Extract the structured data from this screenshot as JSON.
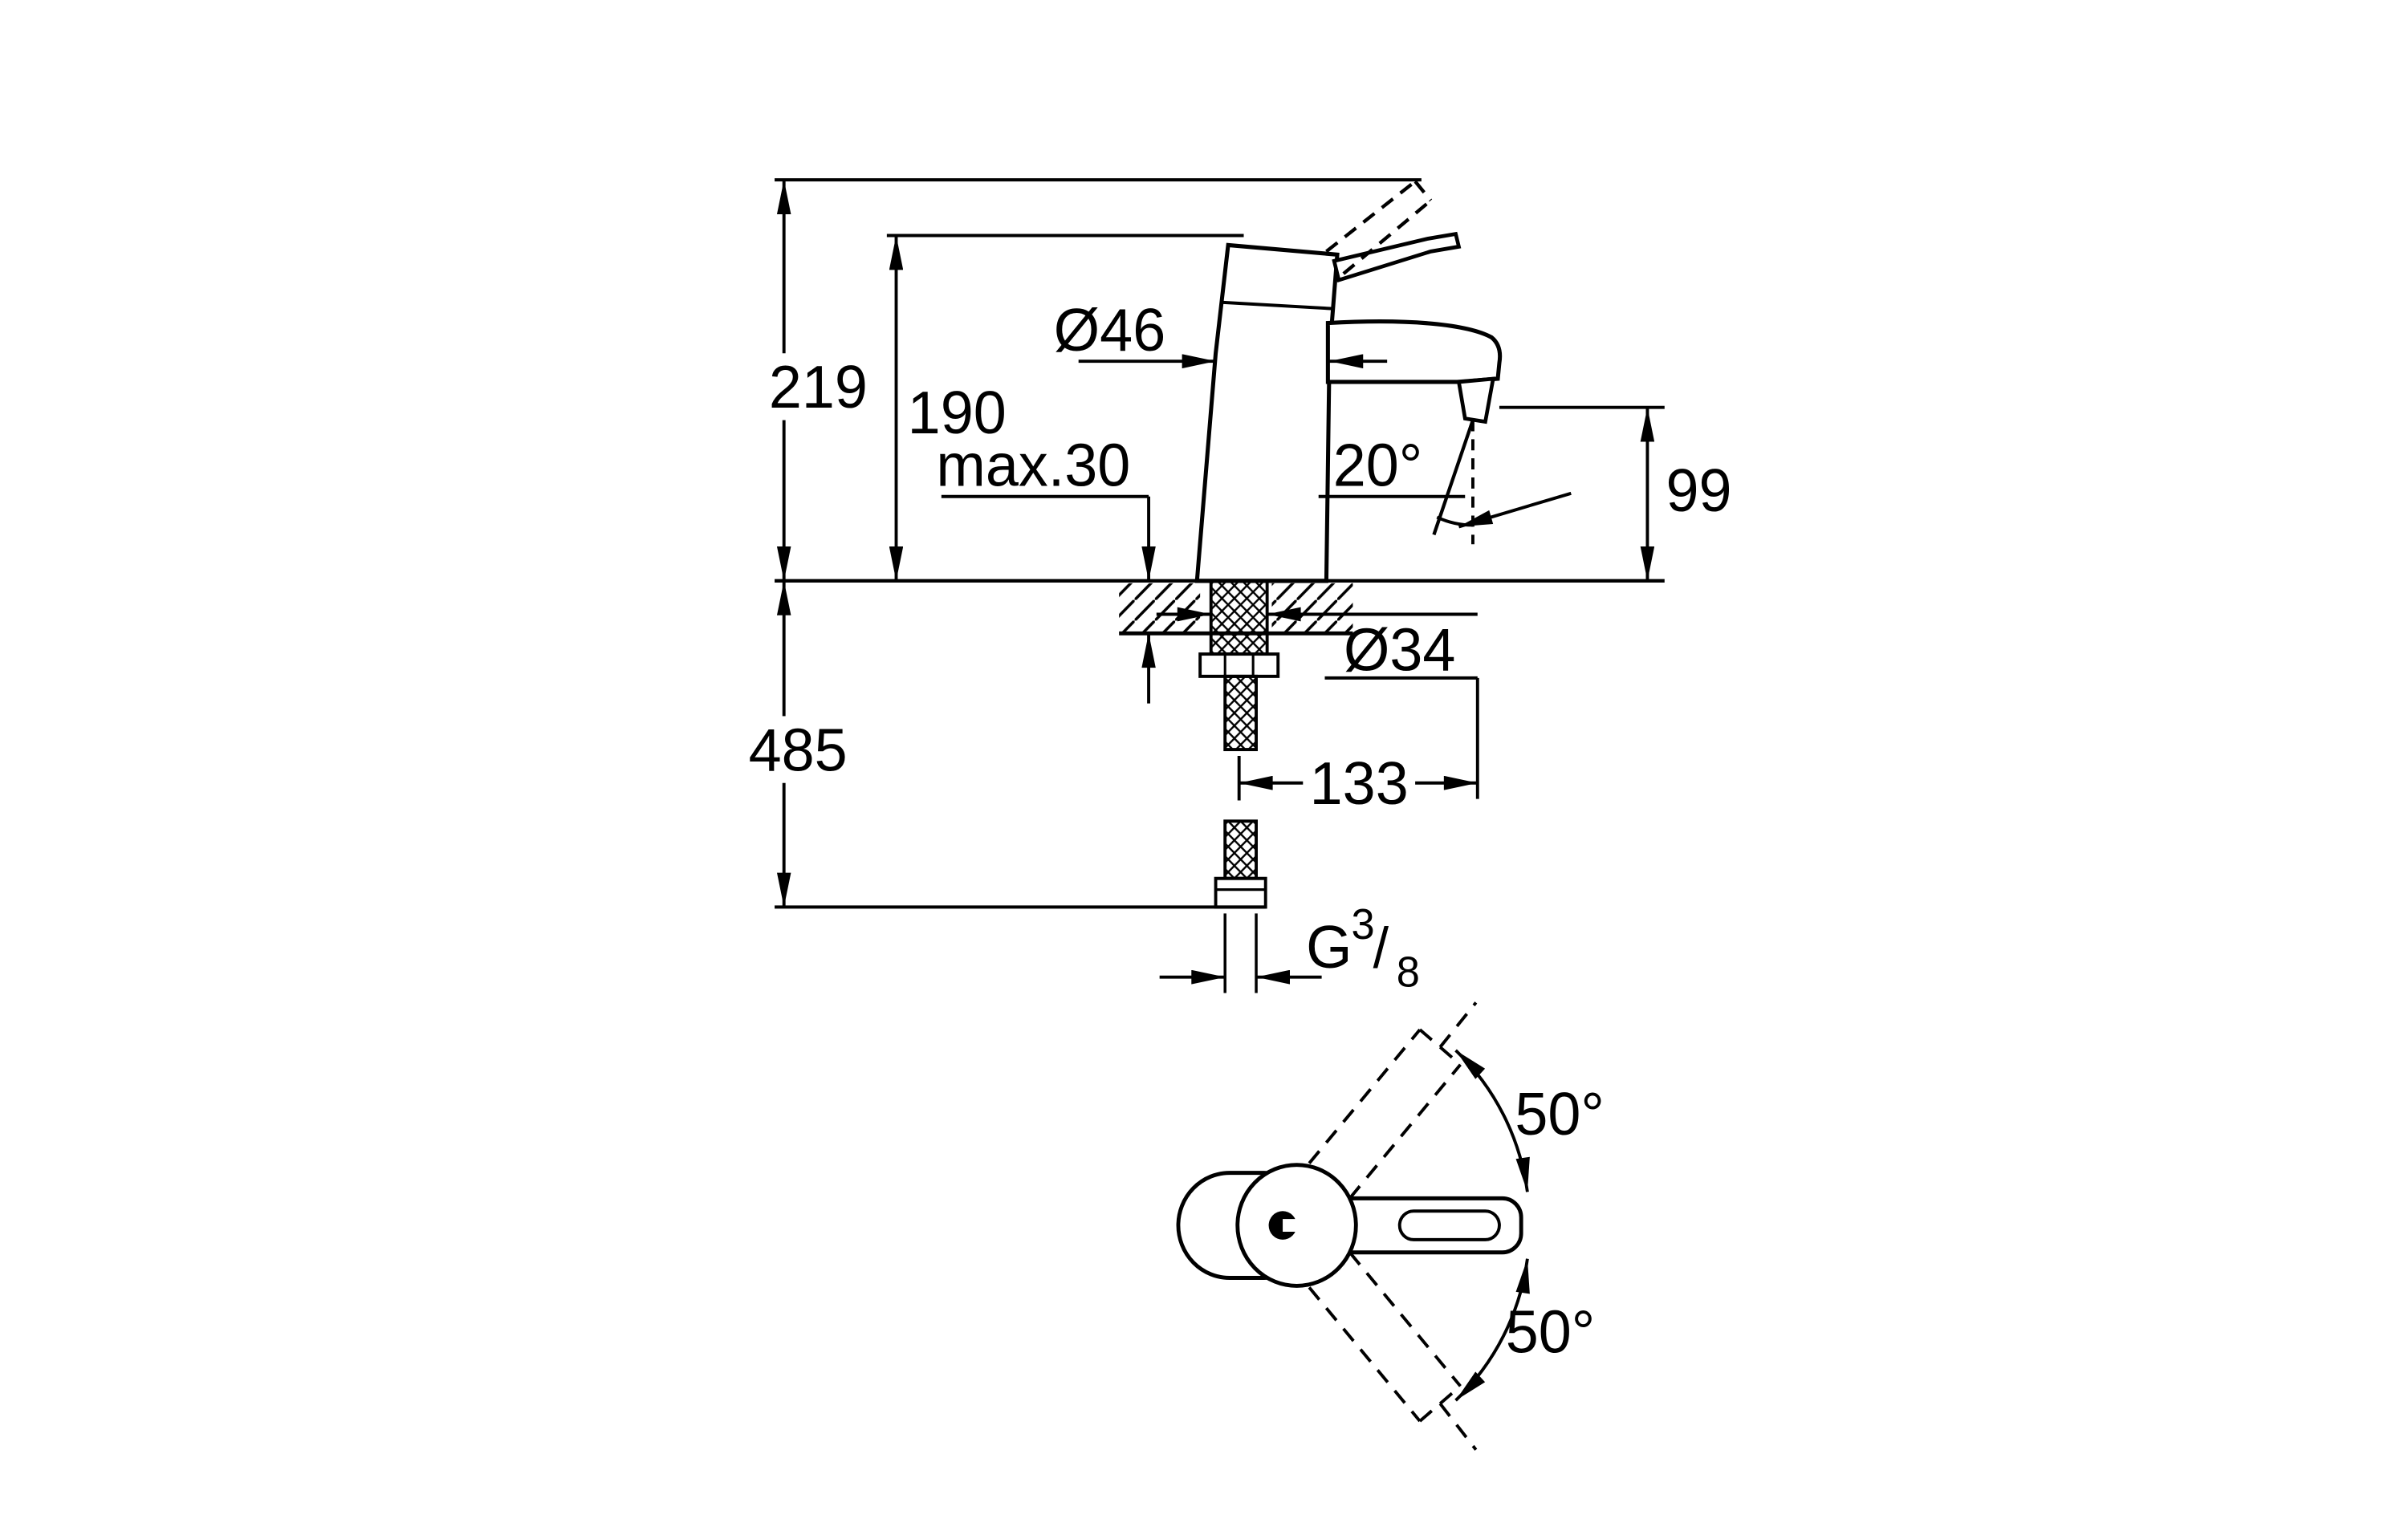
{
  "page": {
    "background": "#ffffff",
    "line_color": "#000000",
    "description": "Technical dimensional drawing of a single-lever basin mixer tap, side elevation with installation dimensions and top view with handle swivel angles"
  },
  "side_view": {
    "dim_overall_height": "219",
    "dim_body_height": "190",
    "dim_body_diameter": "Ø46",
    "dim_deck_thickness": "max.30",
    "dim_spout_angle": "20°",
    "dim_outlet_height": "99",
    "dim_hole_diameter": "Ø34",
    "dim_below_deck": "485",
    "dim_spout_reach": "133",
    "thread_label": {
      "prefix": "G",
      "sup": "3",
      "slash": "/",
      "sub": "8"
    }
  },
  "top_view": {
    "dim_swivel_up": "50°",
    "dim_swivel_down": "50°"
  }
}
